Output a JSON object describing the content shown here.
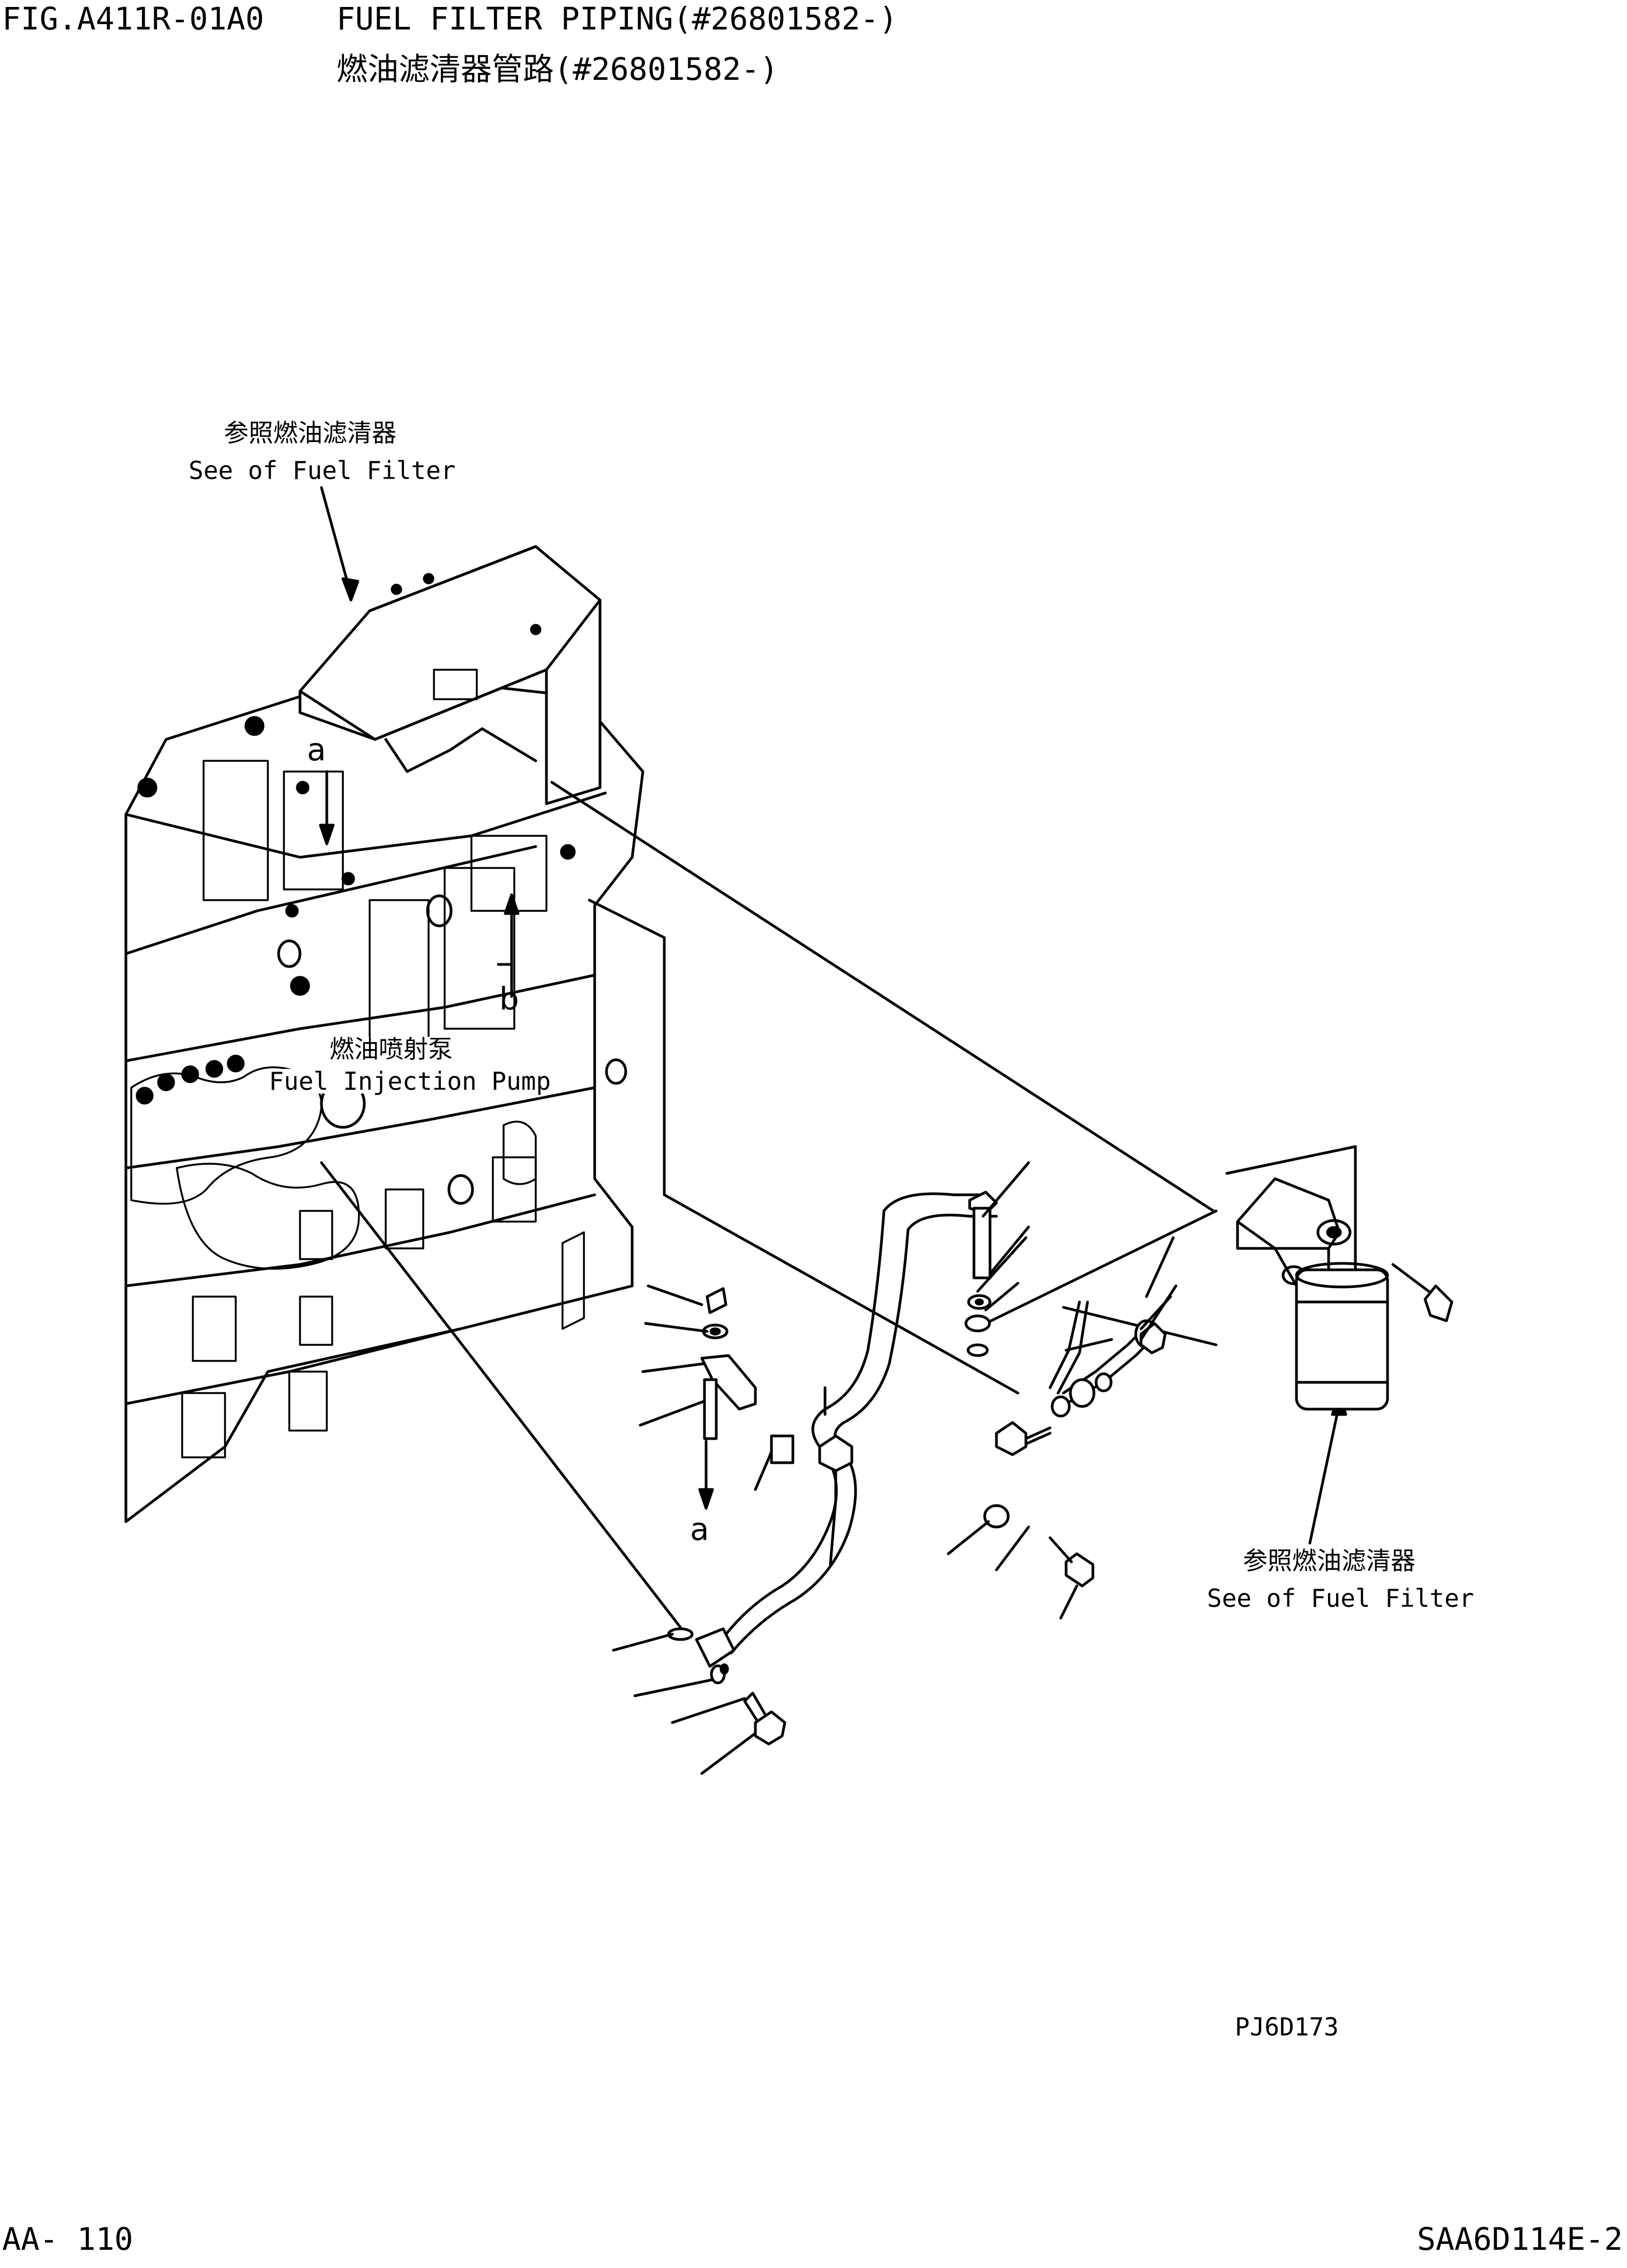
{
  "header": {
    "fig_code": "FIG.A411R-01A0",
    "title_en": "FUEL FILTER PIPING(#26801582-)",
    "title_cn": "燃油滤清器管路(#26801582-)"
  },
  "callouts": {
    "fuel_filter_top_cn": "参照燃油滤清器",
    "fuel_filter_top_en": "See of Fuel Filter",
    "injection_pump_cn": "燃油喷射泵",
    "injection_pump_en": "Fuel Injection Pump",
    "fuel_filter_right_cn": "参照燃油滤清器",
    "fuel_filter_right_en": "See of Fuel Filter"
  },
  "markers": {
    "a_top": "a",
    "b": "b",
    "a_bottom": "a"
  },
  "drawing_code": "PJ6D173",
  "footer": {
    "page": "AA- 110",
    "model": "SAA6D114E-2"
  }
}
